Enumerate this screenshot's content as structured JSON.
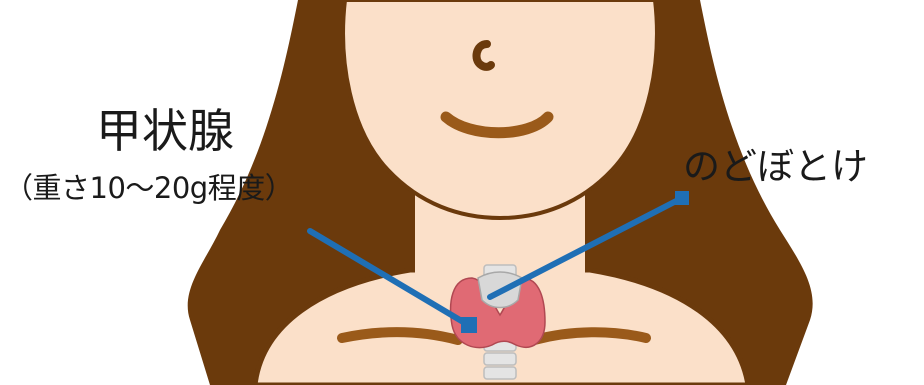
{
  "labels": {
    "thyroid": "甲状腺",
    "thyroid_weight": "（重さ10〜20g程度）",
    "adams_apple": "のどぼとけ"
  },
  "colors": {
    "hair": "#6b3a0c",
    "skin": "#fbe0c9",
    "skin_outline": "#6b3a0c",
    "thyroid": "#e06a74",
    "cartilage": "#d8d8d8",
    "pointer": "#1f6fb5"
  },
  "icons": {
    "face": "face-illustration",
    "thyroid_gland": "thyroid-gland-illustration",
    "pointer": "leader-line-with-square-end"
  }
}
